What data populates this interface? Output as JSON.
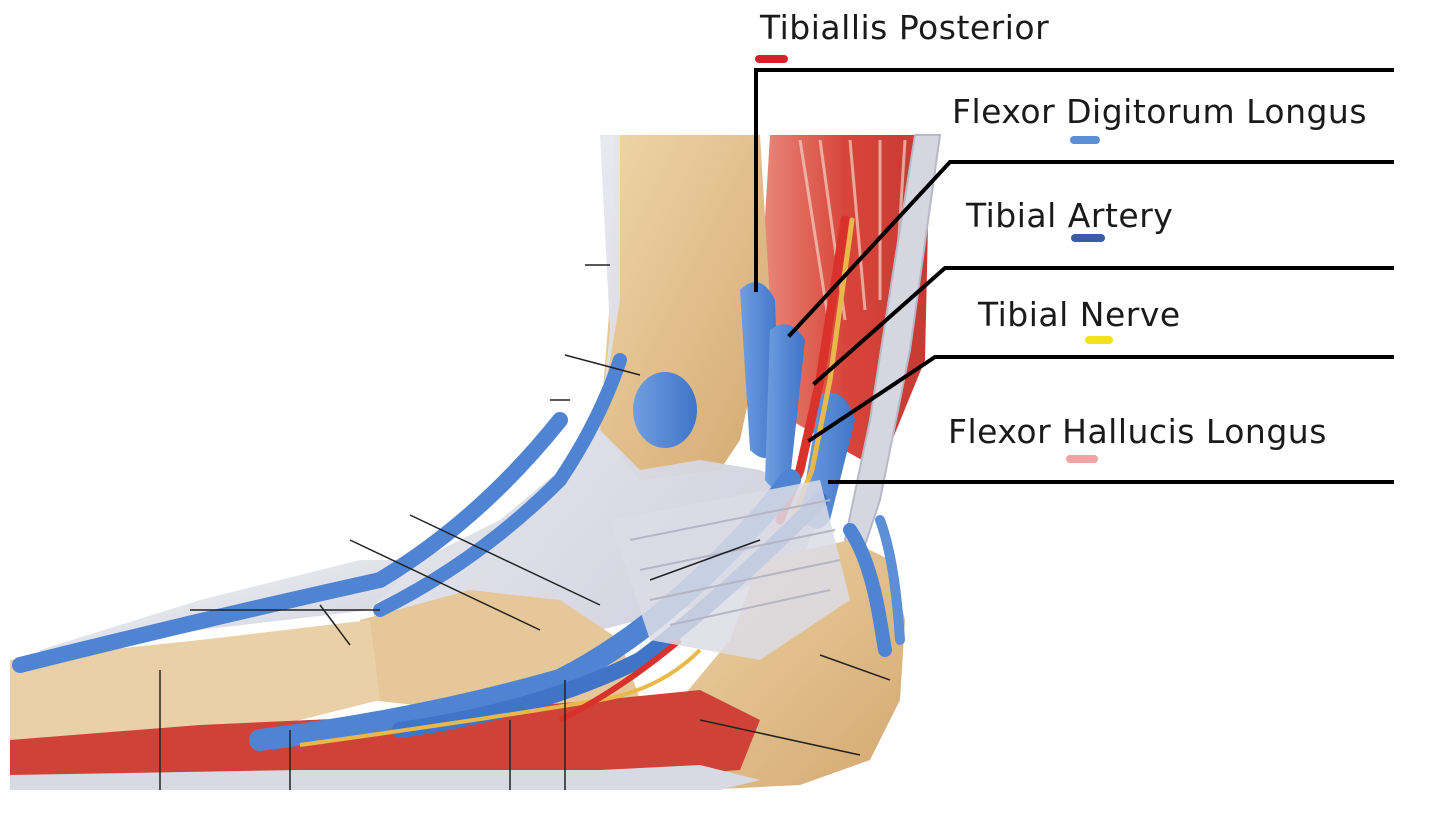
{
  "labels": [
    {
      "id": "tibialis-posterior",
      "text": "Tibiallis Posterior",
      "color": "#d2232a"
    },
    {
      "id": "flexor-digitorum-longus",
      "text": "Flexor Digitorum Longus",
      "color": "#5b8fd6"
    },
    {
      "id": "tibial-artery",
      "text": "Tibial Artery",
      "color": "#3b5ba8"
    },
    {
      "id": "tibial-nerve",
      "text": "Tibial Nerve",
      "color": "#f2e11b"
    },
    {
      "id": "flexor-hallucis-longus",
      "text": "Flexor Hallucis Longus",
      "color": "#f0a3a3"
    }
  ]
}
